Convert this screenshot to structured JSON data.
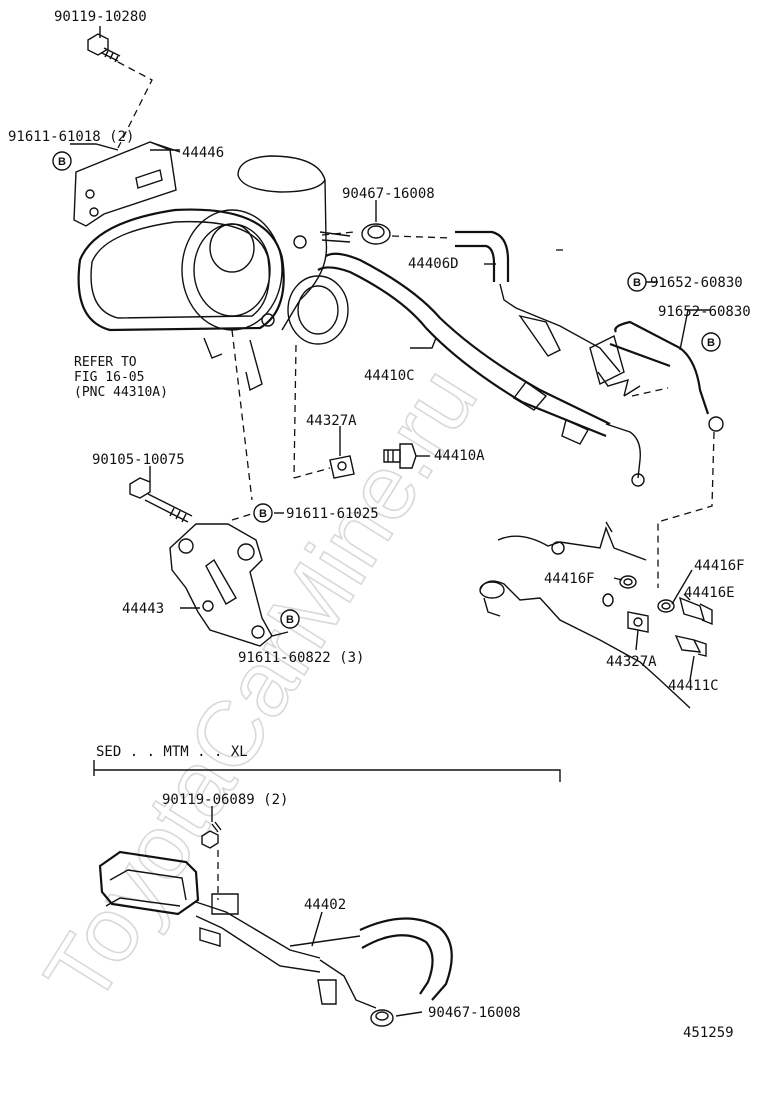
{
  "watermark": "ToyotaCarMine.ru",
  "diagram_id": "451259",
  "section_label": "SED . . MTM . . XL",
  "refer_note": [
    "REFER TO",
    "FIG 16-05",
    "(PNC 44310A)"
  ],
  "badge_letter": "B",
  "parts": {
    "p1": "90119-10280",
    "p2": "91611-61018 (2)",
    "p3": "44446",
    "p4": "90467-16008",
    "p5": "44406D",
    "p6": "91652-60830",
    "p7": "91652-60830",
    "p8": "44410C",
    "p9": "44327A",
    "p10": "44410A",
    "p11": "90105-10075",
    "p12": "91611-61025",
    "p13": "44416F",
    "p14": "44416F",
    "p15": "44416E",
    "p16": "44443",
    "p17": "91611-60822 (3)",
    "p18": "44327A",
    "p19": "44411C",
    "p20": "90119-06089 (2)",
    "p21": "44402",
    "p22": "90467-16008"
  }
}
